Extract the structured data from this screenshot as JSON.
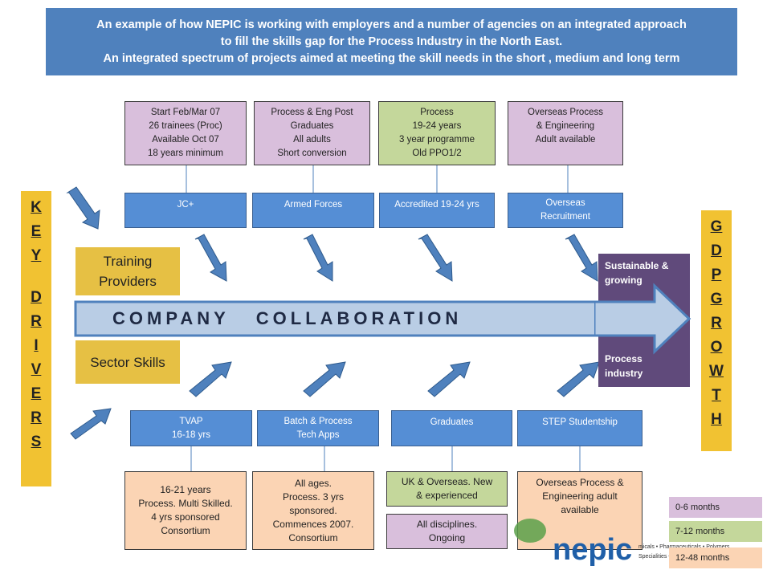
{
  "banner": {
    "line1": "An example of how NEPIC is working with employers  and a number of agencies on an integrated approach",
    "line2": "to fill the skills gap for the Process Industry in the North East.",
    "line3": "An integrated spectrum of projects aimed at meeting the skill needs in the short , medium and long term"
  },
  "top_boxes": [
    {
      "lines": [
        "Start Feb/Mar 07",
        "26 trainees (Proc)",
        "Available Oct 07",
        "18 years minimum"
      ]
    },
    {
      "lines": [
        "Process & Eng Post",
        "Graduates",
        "All adults",
        "Short conversion"
      ]
    },
    {
      "lines": [
        "Process",
        "19-24 years",
        "3 year programme",
        "Old PPO1/2"
      ]
    },
    {
      "lines": [
        "Overseas Process",
        "& Engineering",
        "Adult available"
      ]
    }
  ],
  "top_programs": [
    {
      "label": "JC+"
    },
    {
      "label": "Armed Forces"
    },
    {
      "label": "Accredited 19-24 yrs"
    },
    {
      "lines": [
        "Overseas",
        "Recruitment"
      ]
    }
  ],
  "bottom_programs": [
    {
      "lines": [
        "TVAP",
        "16-18 yrs"
      ]
    },
    {
      "lines": [
        "Batch & Process",
        "Tech Apps"
      ]
    },
    {
      "label": "Graduates"
    },
    {
      "label": "STEP Studentship"
    }
  ],
  "bottom_boxes": [
    {
      "lines": [
        "16-21 years",
        "Process. Multi Skilled.",
        "4 yrs sponsored",
        "Consortium"
      ]
    },
    {
      "lines": [
        "All ages.",
        "Process. 3 yrs",
        "sponsored.",
        "Commences 2007.",
        "Consortium"
      ]
    },
    {
      "lines": [
        "UK & Overseas. New",
        "& experienced"
      ]
    },
    {
      "lines": [
        "Overseas Process &",
        "Engineering adult",
        "available"
      ]
    }
  ],
  "extra_box": {
    "lines": [
      "All disciplines.",
      "Ongoing"
    ]
  },
  "left_labels": {
    "training": [
      "Training",
      "Providers"
    ],
    "sector": "Sector Skills"
  },
  "key_drivers": [
    "K",
    "E",
    "Y",
    "",
    "D",
    "R",
    "I",
    "V",
    "E",
    "R",
    "S"
  ],
  "gdp_growth": [
    "G",
    "D",
    "P",
    "G",
    "R",
    "O",
    "W",
    "T",
    "H"
  ],
  "collaboration": "COMPANY   COLLABORATION",
  "outcome": {
    "top": [
      "Sustainable &",
      "growing"
    ],
    "bottom": [
      "Process",
      "industry"
    ]
  },
  "legend": [
    {
      "label": "0-6 months",
      "color": "#d9bfdc"
    },
    {
      "label": "7-12 months",
      "color": "#c4d79b"
    },
    {
      "label": "12-48 months",
      "color": "#fbd4b4"
    }
  ],
  "logo": {
    "name": "nepic",
    "tagline1": "micals • Pharmaceuticals • Polymers",
    "tagline2": "Specialities • B"
  },
  "colors": {
    "arrow_blue": "#4f81bd",
    "arrow_fill": "#b9cde5",
    "banner": "#4f81bd",
    "gold": "#f1c232",
    "purple": "#604a7b"
  }
}
